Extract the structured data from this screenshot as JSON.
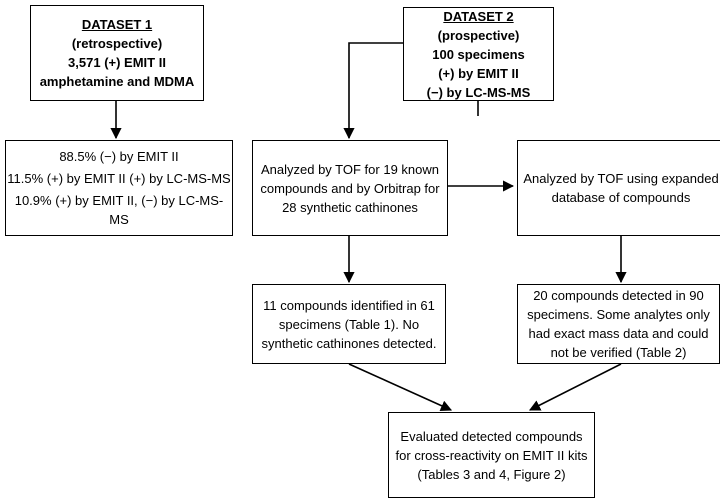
{
  "dataset1": {
    "title": "DATASET 1",
    "line1": "(retrospective)",
    "line2": "3,571 (+) EMIT II",
    "line3": "amphetamine and MDMA"
  },
  "dataset2": {
    "title": "DATASET 2",
    "line1": "(prospective)",
    "line2": "100 specimens",
    "line3": "(+) by EMIT II",
    "line4": "(−) by LC-MS-MS"
  },
  "results1": {
    "line1": "88.5% (−) by EMIT II",
    "line2": "11.5% (+) by EMIT II (+) by LC-MS-MS",
    "line3": "10.9% (+) by EMIT II, (−) by LC-MS-MS"
  },
  "analysis_tof": {
    "line1": "Analyzed by TOF for 19 known",
    "line2": "compounds and by Orbitrap for",
    "line3": "28 synthetic cathinones"
  },
  "analysis_expanded": {
    "line1": "Analyzed by TOF using expanded",
    "line2": "database of compounds"
  },
  "identified": {
    "line1": "11 compounds identified in 61",
    "line2": "specimens (Table 1). No",
    "line3": "synthetic cathinones detected."
  },
  "detected": {
    "line1": "20 compounds detected in 90",
    "line2": "specimens. Some analytes only",
    "line3": "had exact mass data and could",
    "line4": "not be verified (Table 2)"
  },
  "evaluated": {
    "line1": "Evaluated detected compounds",
    "line2": "for cross-reactivity on EMIT II kits",
    "line3": "(Tables 3 and 4, Figure 2)"
  }
}
